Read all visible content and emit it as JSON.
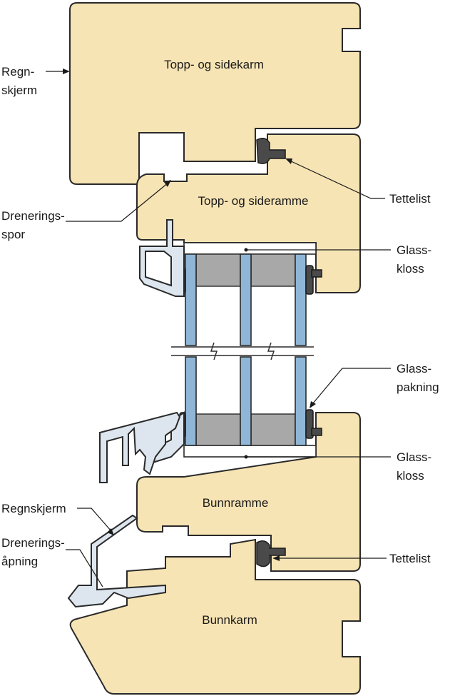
{
  "labels": {
    "regnskjerm_top": [
      "Regn-",
      "skjerm"
    ],
    "topp_sidekarm": "Topp- og sidekarm",
    "dreneringsspor": [
      "Drenerings-",
      "spor"
    ],
    "topp_sideramme": "Topp- og sideramme",
    "tettelist_top": "Tettelist",
    "glasskloss_top": [
      "Glass-",
      "kloss"
    ],
    "glasspakning": [
      "Glass-",
      "pakning"
    ],
    "glasskloss_bottom": [
      "Glass-",
      "kloss"
    ],
    "bunnramme": "Bunnramme",
    "regnskjerm_bottom": "Regnskjerm",
    "dreneringsapning": [
      "Drenerings-",
      "åpning"
    ],
    "tettelist_bottom": "Tettelist",
    "bunnkarm": "Bunnkarm"
  },
  "colors": {
    "wood": "#f7e4b4",
    "aluminium": "#dde6ee",
    "glass": "#8fb6d6",
    "spacer": "#a8a8a8",
    "seal": "#4a4a4a"
  }
}
